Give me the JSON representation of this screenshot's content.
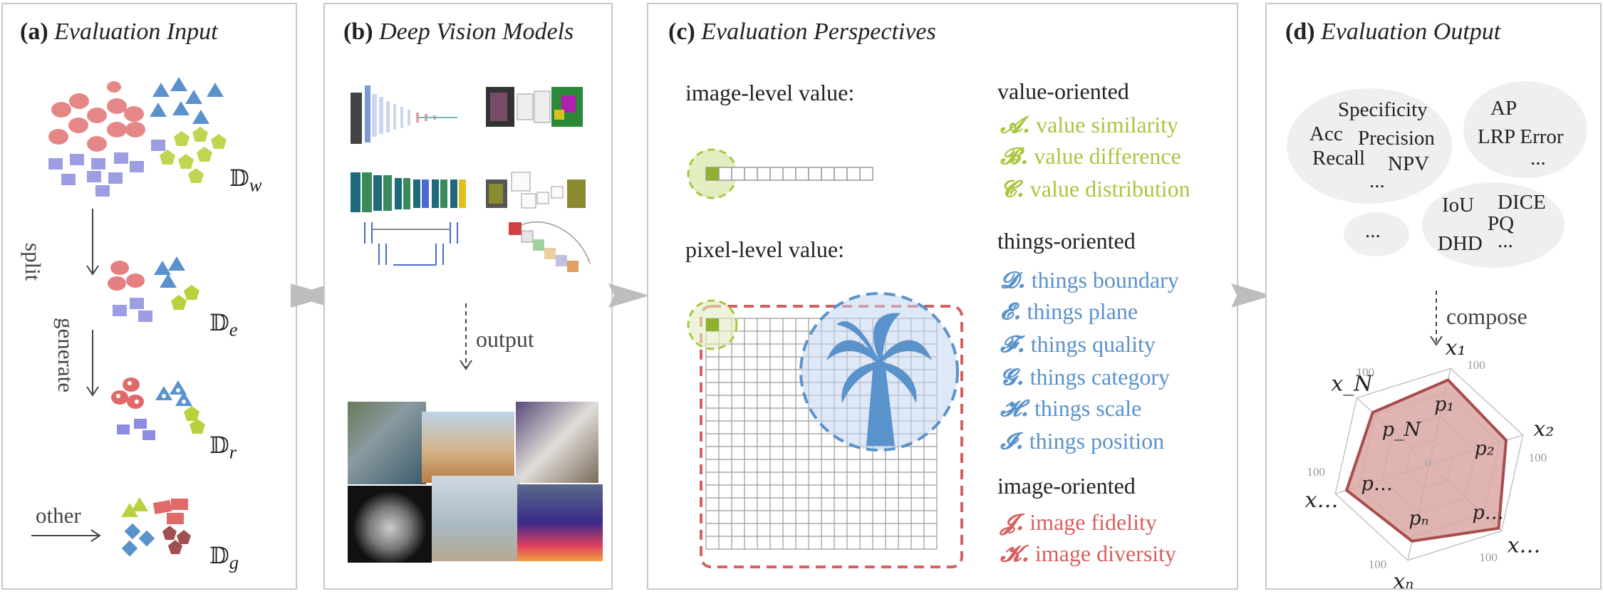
{
  "panels": {
    "a": {
      "label": "(a)",
      "title": "Evaluation Input"
    },
    "b": {
      "label": "(b)",
      "title": "Deep Vision Models"
    },
    "c": {
      "label": "(c)",
      "title": "Evaluation Perspectives"
    },
    "d": {
      "label": "(d)",
      "title": "Evaluation Output"
    }
  },
  "input": {
    "sets": {
      "dw": "𝔻",
      "dw_sub": "w",
      "de": "𝔻",
      "de_sub": "e",
      "dr": "𝔻",
      "dr_sub": "r",
      "dg": "𝔻",
      "dg_sub": "g"
    },
    "arrows": {
      "split": "split",
      "generate": "generate",
      "other": "other"
    }
  },
  "models": {
    "output_label": "output"
  },
  "perspectives": {
    "image_level": "image-level value:",
    "pixel_level": "pixel-level value:",
    "groups": [
      {
        "heading": "value-oriented",
        "color": "#a9c640",
        "items": [
          {
            "letter": "𝓐.",
            "text": "value similarity"
          },
          {
            "letter": "𝓑.",
            "text": "value difference"
          },
          {
            "letter": "𝓒.",
            "text": "value distribution"
          }
        ]
      },
      {
        "heading": "things-oriented",
        "color": "#5a92cc",
        "items": [
          {
            "letter": "𝓓.",
            "text": "things boundary"
          },
          {
            "letter": "𝓔.",
            "text": "things plane"
          },
          {
            "letter": "𝓕.",
            "text": "things quality"
          },
          {
            "letter": "𝓖.",
            "text": "things category"
          },
          {
            "letter": "𝓗.",
            "text": "things scale"
          },
          {
            "letter": "𝓘.",
            "text": "things position"
          }
        ]
      },
      {
        "heading": "image-oriented",
        "color": "#d66060",
        "items": [
          {
            "letter": "𝓙.",
            "text": "image fidelity"
          },
          {
            "letter": "𝓚.",
            "text": "image diversity"
          }
        ]
      }
    ]
  },
  "output": {
    "cloud1": [
      "Specificity",
      "Acc",
      "Precision",
      "Recall",
      "NPV",
      "..."
    ],
    "cloud2": [
      "AP",
      "LRP Error",
      "..."
    ],
    "cloud3": [
      "..."
    ],
    "cloud4": [
      "IoU",
      "DICE",
      "PQ",
      "DHD",
      "..."
    ],
    "compose_label": "compose",
    "radar": {
      "axes": [
        {
          "x": "x₁",
          "p": "p₁",
          "max": "100"
        },
        {
          "x": "x₂",
          "p": "p₂",
          "max": "100"
        },
        {
          "x": "x…",
          "p": "p…",
          "max": "100"
        },
        {
          "x": "xₙ",
          "p": "pₙ",
          "max": "100"
        },
        {
          "x": "x…",
          "p": "p…",
          "max": "100"
        },
        {
          "x": "x_N",
          "p": "p_N",
          "max": "100"
        }
      ],
      "center": "0",
      "values": [
        0.88,
        0.82,
        0.96,
        0.8,
        0.88,
        0.78
      ]
    }
  },
  "colors": {
    "red": "#d66060",
    "blue": "#5a92cc",
    "green": "#a9c640",
    "purple": "#8c8ce0",
    "border": "#c8c8c8"
  }
}
